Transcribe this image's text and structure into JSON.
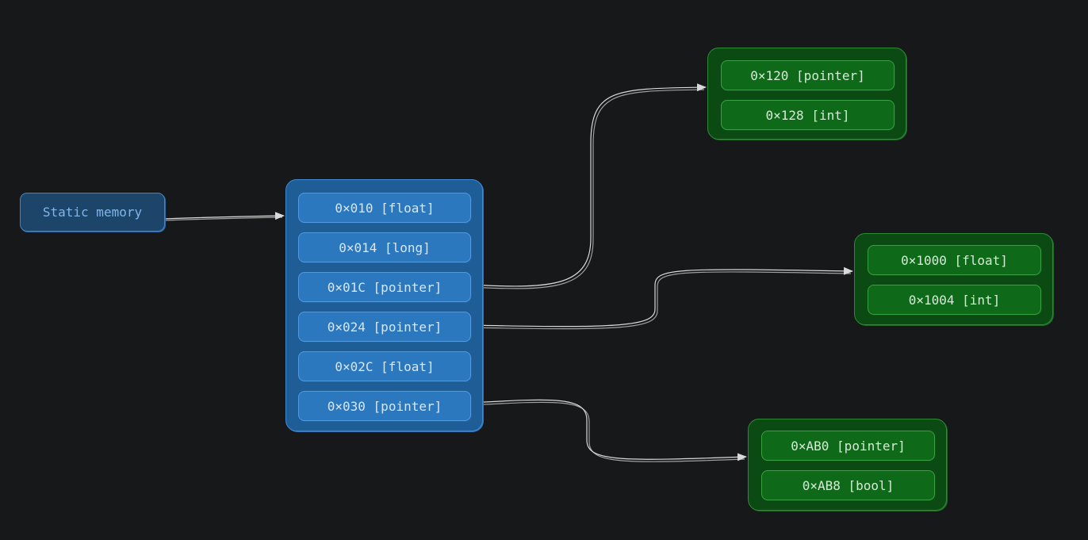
{
  "static_memory": {
    "label": "Static memory"
  },
  "stack": {
    "cells": [
      "0×010 [float]",
      "0×014 [long]",
      "0×01C [pointer]",
      "0×024 [pointer]",
      "0×02C [float]",
      "0×030 [pointer]"
    ]
  },
  "heap_blocks": [
    {
      "cells": [
        "0×120 [pointer]",
        "0×128 [int]"
      ]
    },
    {
      "cells": [
        "0×1000 [float]",
        "0×1004 [int]"
      ]
    },
    {
      "cells": [
        "0×AB0 [pointer]",
        "0×AB8 [bool]"
      ]
    }
  ],
  "colors": {
    "background": "#17181a",
    "stack_fill": "#2c78bf",
    "heap_fill": "#0e6a19",
    "arrow": "#d9d9d9"
  }
}
